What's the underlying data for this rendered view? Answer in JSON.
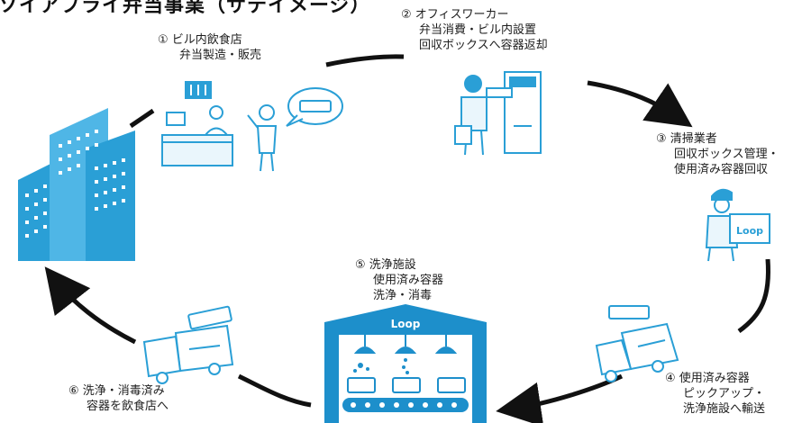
{
  "title": "ソイアプライ弁当事業（サテイメージ）",
  "steps": {
    "s1": {
      "num": "①",
      "lines": [
        "ビル内飲食店",
        "弁当製造・販売"
      ]
    },
    "s2": {
      "num": "②",
      "lines": [
        "オフィスワーカー",
        "弁当消費・ビル内設置",
        "回収ボックスへ容器返却"
      ]
    },
    "s3": {
      "num": "③",
      "lines": [
        "清掃業者",
        "回収ボックス管理・",
        "使用済み容器回収"
      ]
    },
    "s4": {
      "num": "④",
      "lines": [
        "使用済み容器",
        "ピックアップ・",
        "洗浄施設へ輸送"
      ]
    },
    "s5": {
      "num": "⑤",
      "lines": [
        "洗浄施設",
        "使用済み容器",
        "洗浄・消毒"
      ]
    },
    "s6": {
      "num": "⑥",
      "lines": [
        "洗浄・消毒済み",
        "容器を飲食店へ"
      ]
    }
  },
  "brand": {
    "logo": "Loop"
  },
  "colors": {
    "accent": "#2a9fd6",
    "dark": "#1d6f9c",
    "arrow": "#111111",
    "line": "#5ab4e2"
  },
  "icons": [
    "building-icon",
    "shop-counter-icon",
    "customer-icon",
    "speech-bubble-icon",
    "office-worker-icon",
    "collection-box-icon",
    "cleaner-icon",
    "delivery-truck-icon",
    "washing-facility-icon",
    "conveyor-belt-icon"
  ]
}
